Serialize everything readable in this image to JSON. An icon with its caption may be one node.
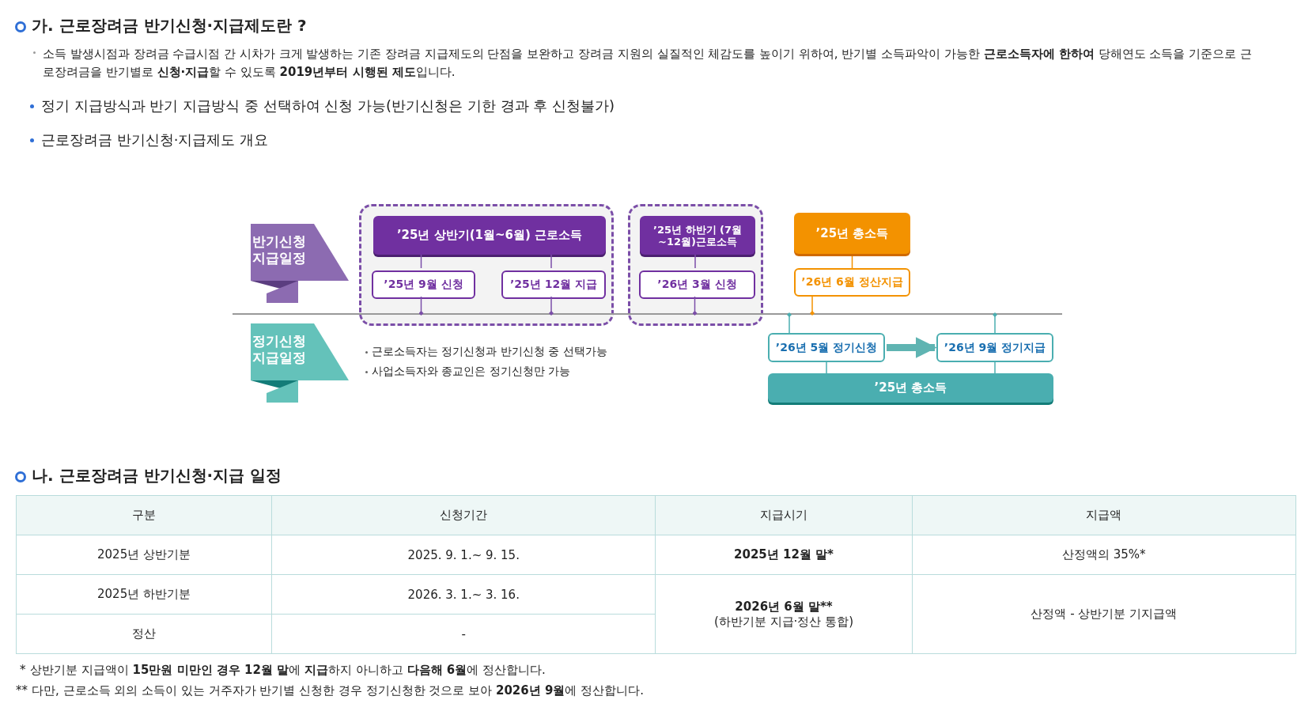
{
  "diagram": {
    "title": "가. 근로장려금 반기신청·지급제도란 ?",
    "nodes": [
      {
        "text": [
          "반기신청 지급일정"
        ]
      },
      {
        "text": [],
        "shape": "box"
      },
      {
        "text": [
          "’25년 상반기(1월~6월) 근로소득"
        ],
        "in": 1
      },
      {
        "text": [
          "’25년 9월 신청"
        ],
        "in": 1
      },
      {
        "text": [
          "’25년 12월 지급"
        ],
        "in": 1
      },
      {
        "text": [],
        "shape": "box"
      },
      {
        "text": [
          "’25년 하반기 (7월~12월)근로소득"
        ],
        "in": 5
      },
      {
        "text": [
          "’26년 3월 신청"
        ],
        "in": 5
      },
      {
        "text": [
          "’25년 총소득"
        ]
      },
      {
        "text": [
          "’26년 6월 정산지급"
        ]
      },
      {
        "text": [
          "정기신청 지급일정"
        ]
      },
      {
        "text": [
          "’26년 5월 정기신청"
        ]
      },
      {
        "text": [
          "’26년 9월 정기지급"
        ]
      },
      {
        "text": [
          "’25년 총소득"
        ]
      },
      {
        "text": [],
        "shape": "bar"
      }
    ],
    "edges": [
      {
        "from": 2,
        "to": 3,
        "arrow": "none"
      },
      {
        "from": 2,
        "to": 4,
        "arrow": "none"
      },
      {
        "from": 6,
        "to": 7,
        "arrow": "none"
      },
      {
        "from": 8,
        "to": 9,
        "arrow": "none",
        "color": "#f39200"
      },
      {
        "from": 11,
        "to": 12,
        "arrow": "to",
        "style": "thick",
        "color": "#5fb4b2"
      },
      {
        "from": 11,
        "to": 13,
        "arrow": "none",
        "color": "#4aaeb0"
      },
      {
        "from": 12,
        "to": 13,
        "arrow": "none",
        "color": "#4aaeb0"
      },
      {
        "from": 3,
        "to": 14,
        "arrow": "other"
      },
      {
        "from": 4,
        "to": 14,
        "arrow": "other"
      },
      {
        "from": 7,
        "to": 14,
        "arrow": "other"
      },
      {
        "from": 9,
        "to": 14,
        "arrow": "other",
        "color": "#f39200"
      },
      {
        "from": 11,
        "to": 14,
        "arrow": "other",
        "color": "#4aaeb0"
      },
      {
        "from": 12,
        "to": 14,
        "arrow": "other",
        "color": "#4aaeb0"
      }
    ],
    "labels": [
      "소득 발생시점과 장려금 수급시점 간 시차가 크게 발생하는 기존 장려금 지급제도의 단점을 보완하고 장려금 지원의 실질적인 체감도를 높이기 위하여, 반기별 소득파악이 가능한 **근로소득자에 한하여** 당해연도 소득을 기준으로 근로장려금을 반기별로 **신청·지급**할 수 있도록 **2019년부터 시행된 제도**입니다.",
      "정기 지급방식과 반기 지급방식 중 선택하여 신청 가능(반기신청은 기한 경과 후 신청불가)",
      "근로장려금 반기신청·지급제도 개요",
      "근로소득자는 정기신청과 반기신청 중 선택가능",
      "사업소득자와 종교인은 정기신청만 가능",
      "나. 근로장려금 반기신청·지급 일정",
      "구분",
      "신청기간",
      "지급시기",
      "지급액",
      "2025년 상반기분",
      "2025. 9. 1.~ 9. 15.",
      "2025년 12월 말*",
      "산정액의 35%*",
      "2025년 하반기분",
      "2026. 3. 1.~ 3. 16.",
      "2026년 6월 말**",
      "(하반기분 지급·정산 통합)",
      "산정액 - 상반기분 기지급액",
      "정산",
      "-",
      "*",
      "상반기분 지급액이 **15만원 미만인 경우 12월 말**에 **지급**하지 아니하고 **다음해 6월**에 정산합니다.",
      "**",
      "다만, 근로소득 외의 소득이 있는 거주자가 반기별 신청한 경우 정기신청한 것으로 보아 **2026년 9월**에 정산합니다."
    ]
  }
}
